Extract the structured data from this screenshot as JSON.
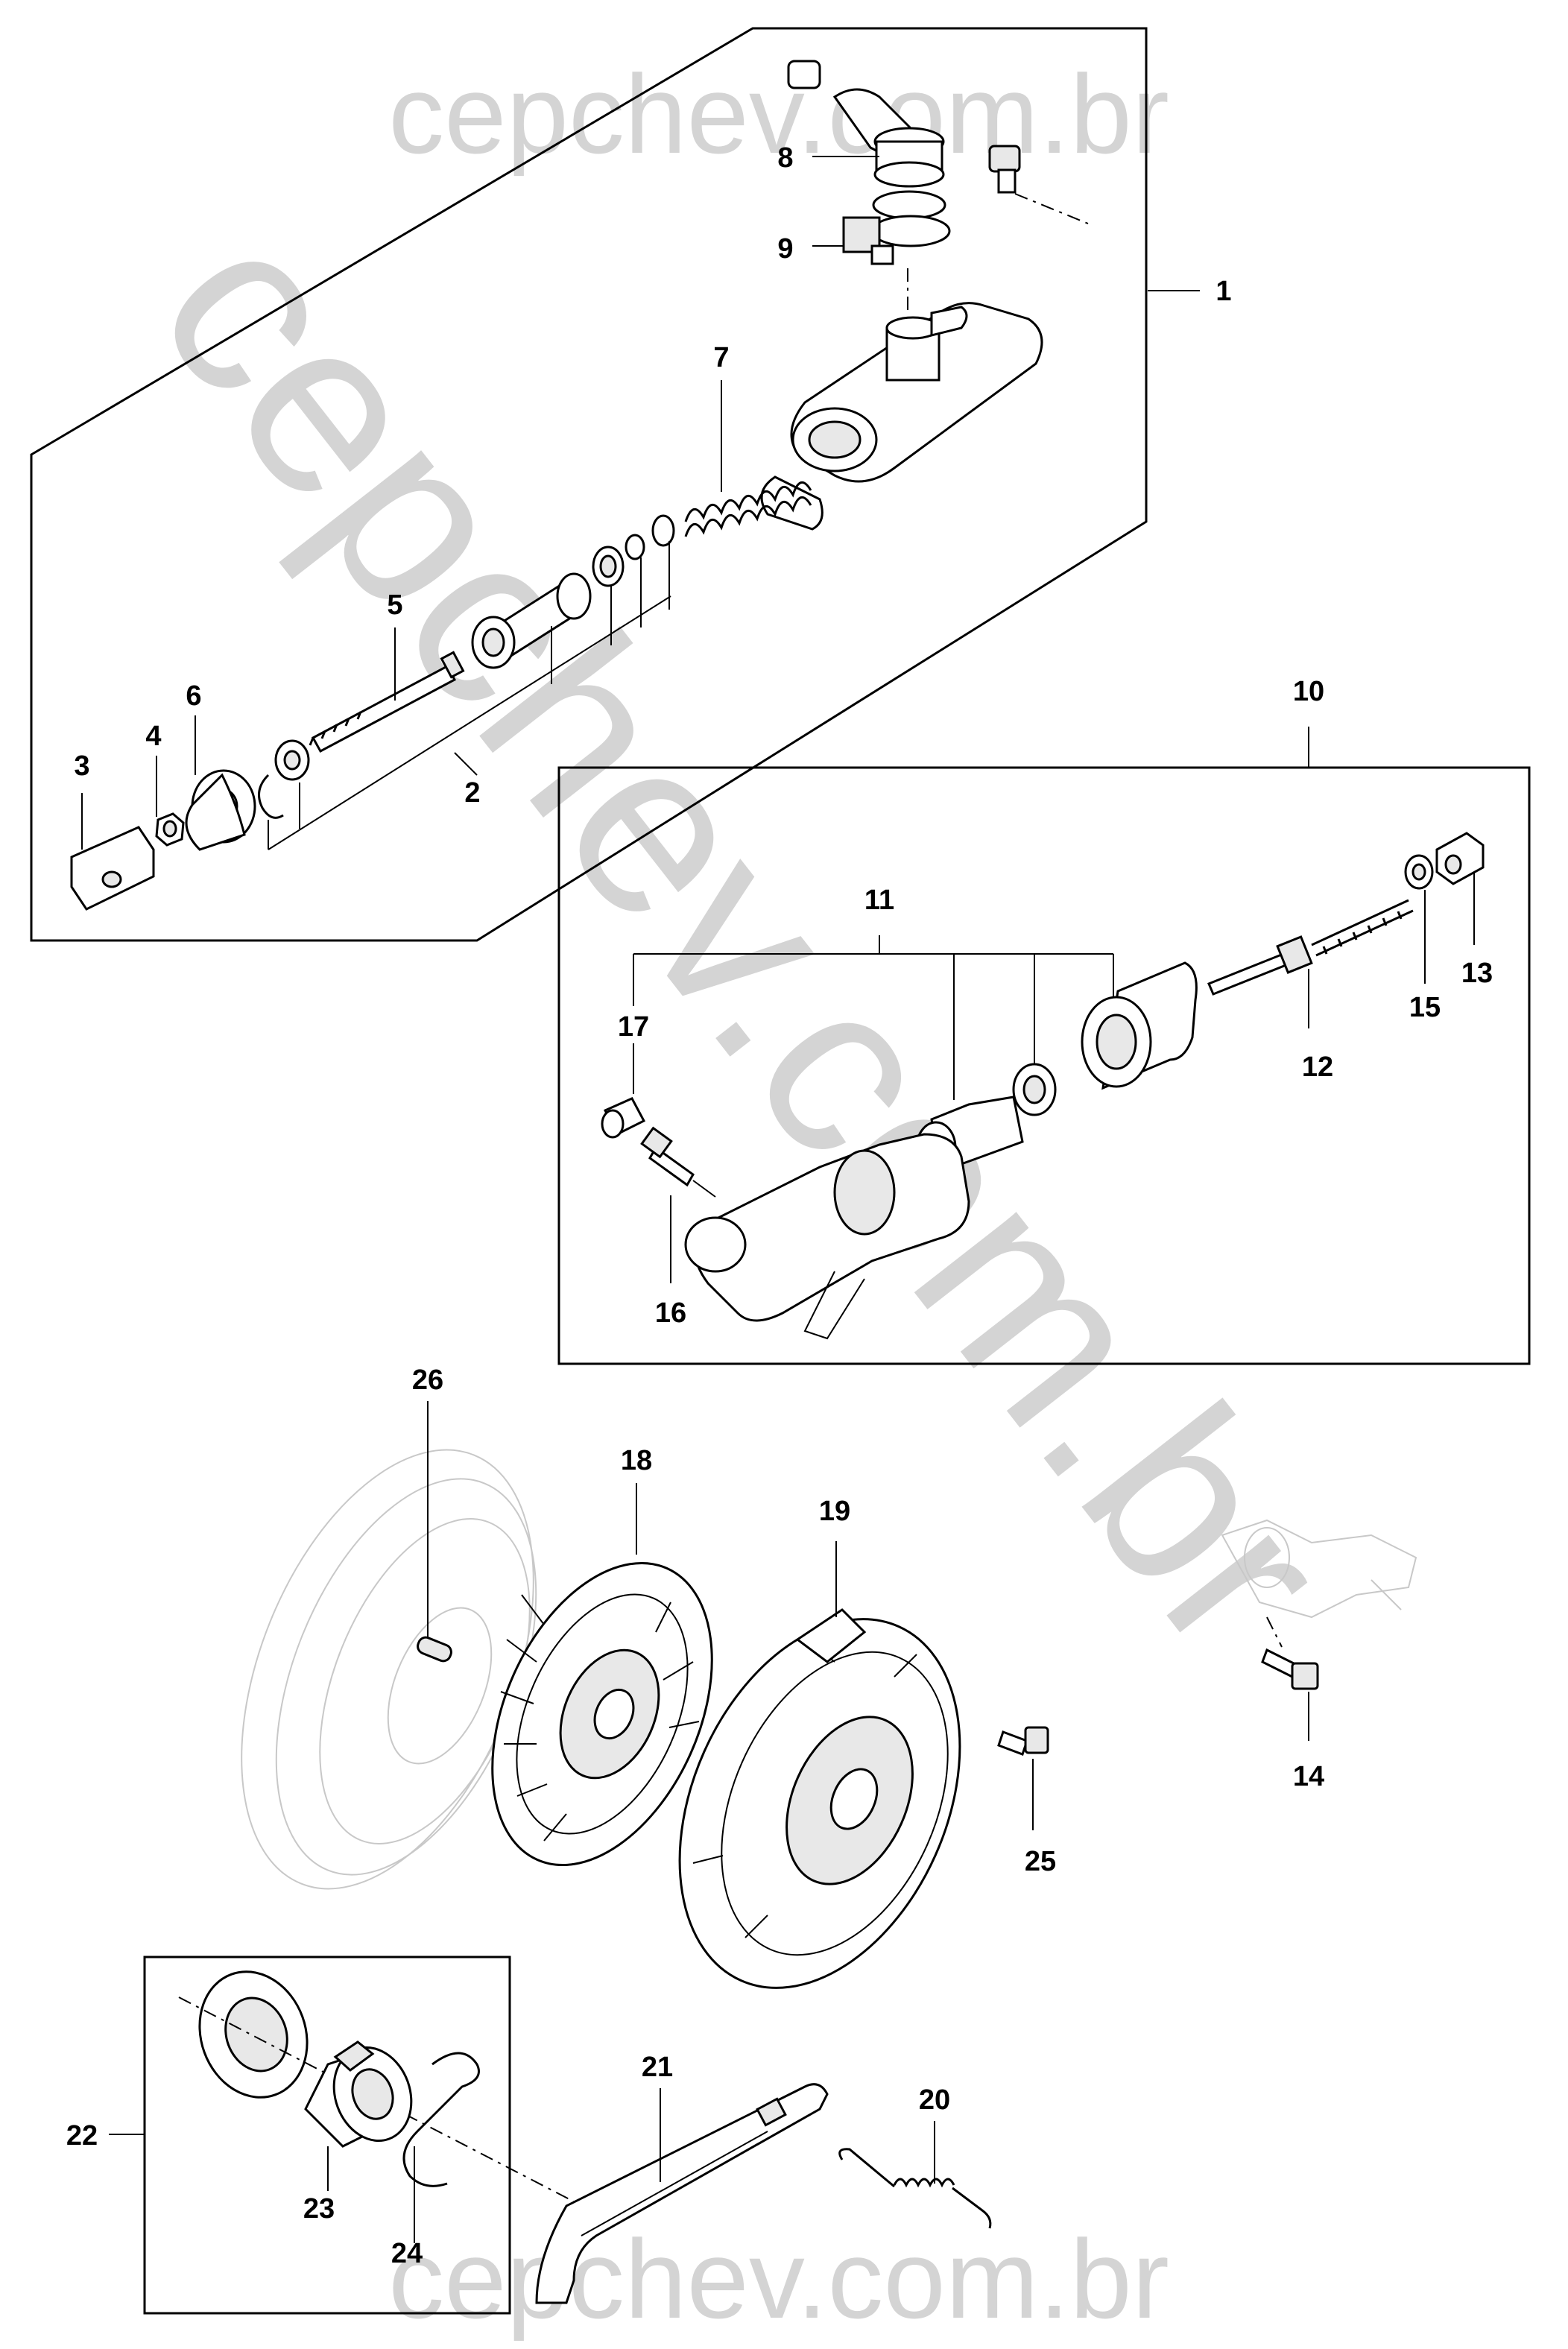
{
  "watermarks": {
    "top": "cepchev.com.br",
    "diagonal": "cepchev.com.br",
    "bottom": "cepchev.com.br"
  },
  "callouts": {
    "c1": "1",
    "c2": "2",
    "c3": "3",
    "c4": "4",
    "c5": "5",
    "c6": "6",
    "c7": "7",
    "c8": "8",
    "c9": "9",
    "c10": "10",
    "c11": "11",
    "c12": "12",
    "c13": "13",
    "c14": "14",
    "c15": "15",
    "c16": "16",
    "c17": "17",
    "c18": "18",
    "c19": "19",
    "c20": "20",
    "c21": "21",
    "c22": "22",
    "c23": "23",
    "c24": "24",
    "c25": "25",
    "c26": "26"
  }
}
